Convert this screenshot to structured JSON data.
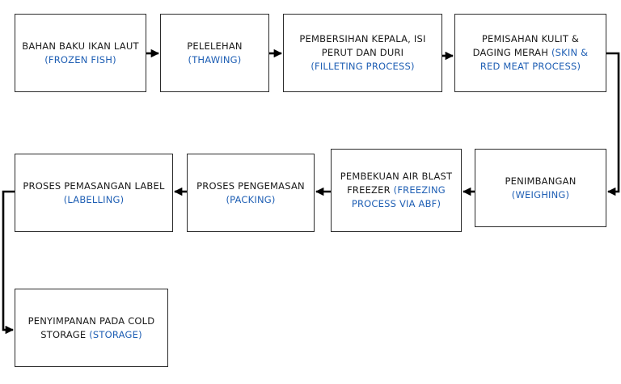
{
  "steps": [
    {
      "main": "BAHAN BAKU IKAN LAUT",
      "sub": "(FROZEN FISH)"
    },
    {
      "main": "PELELEHAN",
      "sub": "(THAWING)"
    },
    {
      "main": "PEMBERSIHAN KEPALA, ISI PERUT DAN DURI",
      "sub": "(FILLETING PROCESS)"
    },
    {
      "main": "PEMISAHAN KULIT & DAGING MERAH",
      "sub": "(SKIN & RED MEAT PROCESS)"
    },
    {
      "main": "PENIMBANGAN",
      "sub": "(WEIGHING)"
    },
    {
      "main": "PEMBEKUAN AIR BLAST FREEZER",
      "sub": "(FREEZING PROCESS VIA ABF)"
    },
    {
      "main": "PROSES PENGEMASAN",
      "sub": "(PACKING)"
    },
    {
      "main": "PROSES PEMASANGAN LABEL",
      "sub": "(LABELLING)"
    },
    {
      "main": "PENYIMPANAN PADA COLD STORAGE",
      "sub": "(STORAGE)"
    }
  ],
  "colors": {
    "border": "#2b2b2b",
    "text": "#1a1a1a",
    "accent": "#1f5fb4",
    "arrow": "#000000"
  }
}
